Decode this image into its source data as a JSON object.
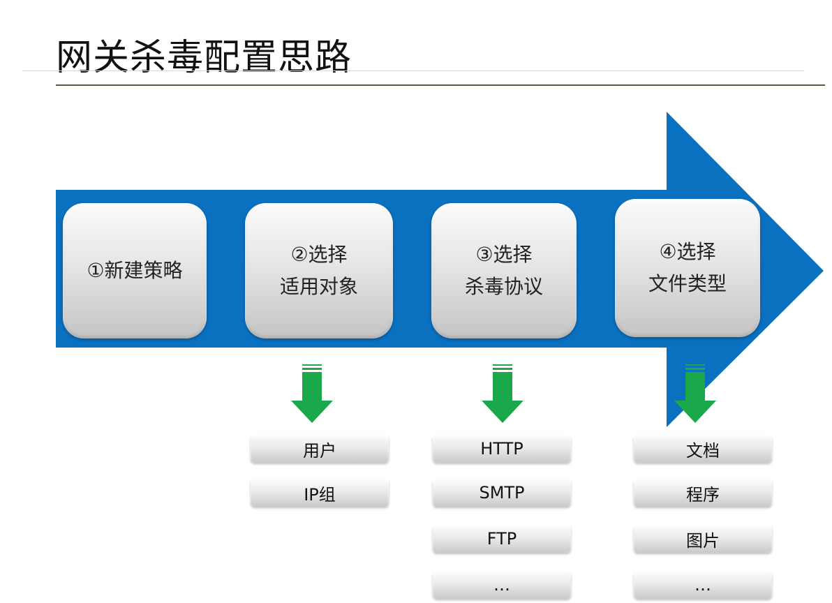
{
  "slide": {
    "title": "网关杀毒配置思路"
  },
  "colors": {
    "arrow_blue": "#0a70c0",
    "down_arrow_green": "#1aa84a",
    "box_gray": "#d9d9d9"
  },
  "steps": [
    {
      "line1": "①新建策略",
      "line2": ""
    },
    {
      "line1": "②选择",
      "line2": "适用对象"
    },
    {
      "line1": "③选择",
      "line2": "杀毒协议"
    },
    {
      "line1": "④选择",
      "line2": "文件类型"
    }
  ],
  "columns": {
    "objects": [
      "用户",
      "IP组"
    ],
    "protocols": [
      "HTTP",
      "SMTP",
      "FTP",
      "…"
    ],
    "file_types": [
      "文档",
      "程序",
      "图片",
      "…"
    ]
  },
  "icons": {
    "down_arrow": "down-arrow-icon",
    "process_arrow": "process-arrow-shape"
  }
}
